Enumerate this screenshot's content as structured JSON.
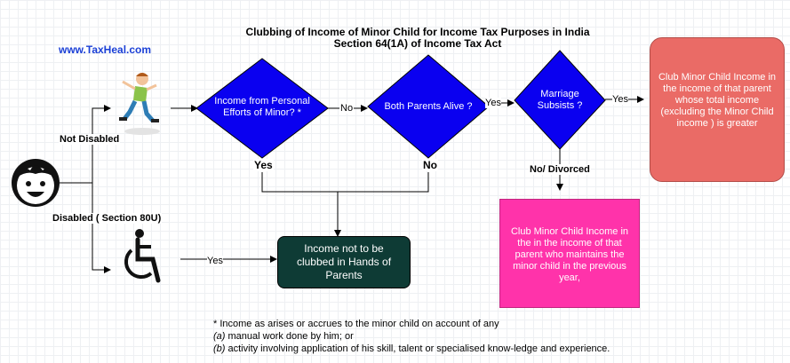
{
  "title_line1": "Clubbing of Income of Minor Child for Income Tax Purposes in India",
  "title_line2": "Section 64(1A) of Income Tax Act",
  "website": "www.TaxHeal.com",
  "labels": {
    "not_disabled": "Not Disabled",
    "disabled": "Disabled ( Section 80U)",
    "edge_no_1": "No",
    "edge_yes_2": "Yes",
    "edge_yes_3": "Yes",
    "edge_yes_disabled": "Yes",
    "yes_under_diamond1": "Yes",
    "no_under_diamond2": "No",
    "no_divorced": "No/ Divorced"
  },
  "decisions": {
    "personal_efforts": "Income from Personal Efforts of Minor? *",
    "both_parents": "Both Parents Alive ?",
    "marriage": "Marriage Subsists ?"
  },
  "outcomes": {
    "not_clubbed": "Income not to be clubbed in Hands of Parents",
    "higher_income_parent": "Club Minor Child Income in the income of that parent whose total income (excluding the Minor Child income ) is greater",
    "maintaining_parent": "Club Minor Child Income in the in the income of that parent who maintains the minor child in the previous year,"
  },
  "footnote": {
    "line1": "* Income as arises or accrues to the minor child on account of any",
    "line2_marker": "(a)",
    "line2_text": " manual work done by him; or",
    "line3_marker": "(b)",
    "line3_text": " activity involving application of his skill, talent or specialised know-ledge and experience."
  },
  "colors": {
    "diamond": "#0a00f0",
    "not_clubbed_box": "#0e3b35",
    "higher_income_box": "#ea6b66",
    "maintaining_box": "#ff33aa",
    "website": "#1a3fd6"
  },
  "icons": [
    "child-face-icon",
    "running-boy-icon",
    "wheelchair-icon"
  ]
}
